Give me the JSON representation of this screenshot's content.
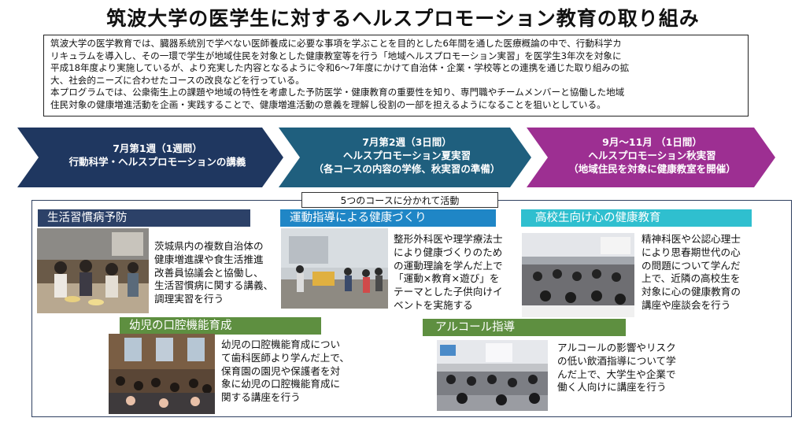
{
  "title": "筑波大学の医学生に対するヘルスプロモーション教育の取り組み",
  "intro": {
    "lines": [
      "筑波大学の医学教育では、臓器系統別で学べない医師養成に必要な事項を学ぶことを目的とした6年間を通した医療概論の中で、行動科学カ",
      "リキュラムを導入し、その一環で学生が地域住民を対象とした健康教室等を行う「地域ヘルスプロモーション実習」を医学生3年次を対象に",
      "平成18年度より実施しているが、より充実した内容となるように令和6～7年度にかけて自治体・企業・学校等との連携を通じた取り組みの拡",
      "大、社会的ニーズに合わせたコースの改良などを行っている。",
      "本プログラムでは、公衆衛生上の課題や地域の特性を考慮した予防医学・健康教育の重要性を知り、専門職やチームメンバーと協働した地域",
      "住民対象の健康増進活動を企画・実践することで、健康増進活動の意義を理解し役割の一部を担えるようになることを狙いとしている。"
    ]
  },
  "timeline": [
    {
      "line1": "7月第1週（1週間）",
      "line2": "行動科学・ヘルスプロモーションの講義",
      "line3": "",
      "color": "#1f3760"
    },
    {
      "line1": "7月第2週（3日間）",
      "line2": "ヘルスプロモーション夏実習",
      "line3": "（各コースの内容の学修、秋実習の準備）",
      "color": "#1f5f7e"
    },
    {
      "line1": "9月～11月 （1日間）",
      "line2": "ヘルスプロモーション秋実習",
      "line3": "（地域住民を対象に健康教室を開催）",
      "color": "#9d2f92"
    }
  ],
  "courses_label": "5つのコースに分かれて活動",
  "courses": {
    "lifestyle": {
      "title": "生活習慣病予防",
      "desc": [
        "茨城県内の複数自治体の",
        "健康増進課や食生活推進",
        "改善員協議会と協働し、",
        "生活習慣病に関する講義、",
        "調理実習を行う"
      ]
    },
    "exercise": {
      "title": "運動指導による健康づくり",
      "desc": [
        "整形外科医や理学療法士",
        "により健康づくりのため",
        "の運動理論を学んだ上で",
        "「運動×教育×遊び」を",
        "テーマとした子供向けイ",
        "ベントを実施する"
      ]
    },
    "mental": {
      "title": "高校生向け心の健康教育",
      "desc": [
        "精神科医や公認心理士",
        "により思春期世代の心",
        "の問題について学んだ",
        "上で、近隣の高校生を",
        "対象に心の健康教育の",
        "講座や座談会を行う"
      ]
    },
    "oral": {
      "title": "幼児の口腔機能育成",
      "desc": [
        "幼児の口腔機能育成につい",
        "て歯科医師より学んだ上で、",
        "保育園の園児や保護者を対",
        "象に幼児の口腔機能育成に",
        "関する講座を行う"
      ]
    },
    "alcohol": {
      "title": "アルコール指導",
      "desc": [
        "アルコールの影響やリスク",
        "の低い飲酒指導について学",
        "んだ上で、大学生や企業で",
        "働く人向けに講座を行う"
      ]
    }
  }
}
